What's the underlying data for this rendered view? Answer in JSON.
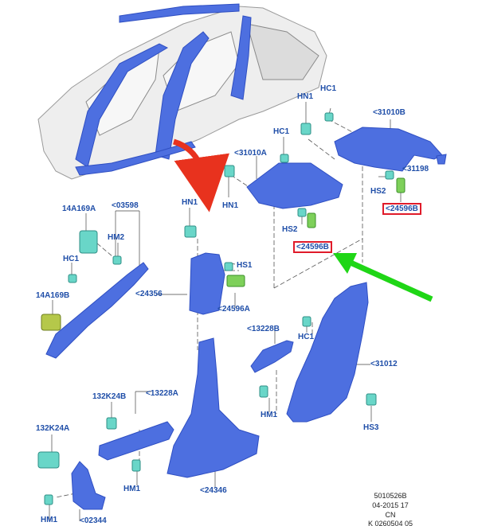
{
  "callouts": {
    "hn1_top": "HN1",
    "hc1_top": "HC1",
    "p31010b": "<31010B",
    "hc1_mid": "HC1",
    "p31010a": "<31010A",
    "p31198": "<31198",
    "hn1_midleft": "HN1",
    "hs2_right": "HS2",
    "p24596b_right": "<24596B",
    "hs2_mid": "HS2",
    "p24596b_mid": "<24596B",
    "p14a169a": "14A169A",
    "p03598": "<03598",
    "hn1_center": "HN1",
    "hm2": "HM2",
    "hc1_left": "HC1",
    "hs1": "HS1",
    "p24356": "<24356",
    "p14a169b": "14A169B",
    "p24596a": "<24596A",
    "p13228b": "<13228B",
    "hc1_right": "HC1",
    "p31012": "<31012",
    "p132k24b": "132K24B",
    "p13228a": "<13228A",
    "hm1_mid": "HM1",
    "p132k24a": "132K24A",
    "hs3": "HS3",
    "hm1_bottom": "HM1",
    "p24346": "<24346",
    "hm1_left": "HM1",
    "p02344": "<02344"
  },
  "footer": {
    "code": "5010526B",
    "date": "04-2015 17",
    "region": "CN",
    "ref": "K 0260504 05"
  },
  "colors": {
    "part_blue": "#4d6fe0",
    "part_blue_dark": "#2f4fc2",
    "body_gray": "#e6e6e6",
    "clip_teal": "#69d6c8",
    "clip_green": "#7ed05a",
    "clip_yellow": "#b5c84a",
    "arrow_red": "#e8321e",
    "arrow_green": "#1fd616",
    "highlight_red": "#e01b2a"
  }
}
